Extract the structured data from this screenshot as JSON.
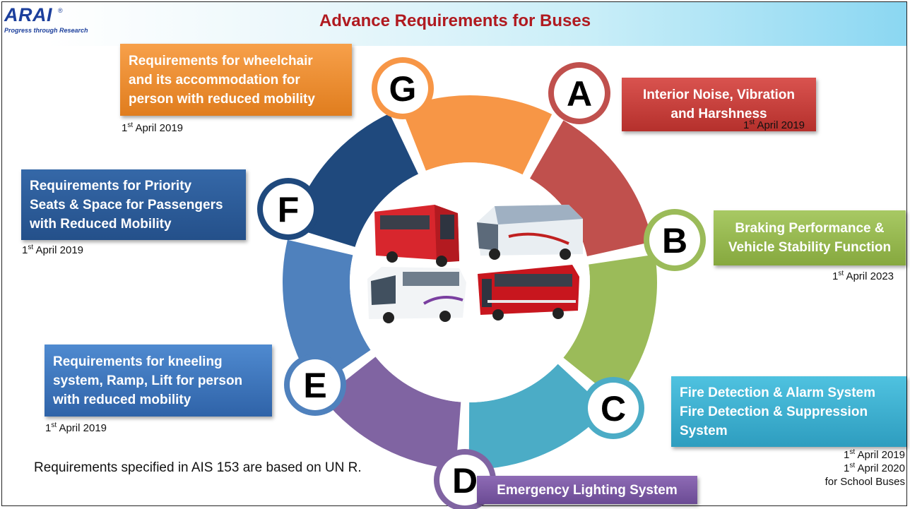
{
  "header": {
    "logo": "ARAI",
    "logo_reg": "®",
    "logo_tagline": "Progress through Research",
    "title": "Advance Requirements for Buses"
  },
  "segments": [
    {
      "letter": "A",
      "text": "Interior Noise, Vibration\nand Harshness",
      "date_day": "1",
      "date_sup": "st",
      "date_rest": " April 2019",
      "color": "#c0504d"
    },
    {
      "letter": "B",
      "text": "Braking Performance &\nVehicle Stability Function",
      "date_day": "1",
      "date_sup": "st",
      "date_rest": " April 2023",
      "color": "#9bbb59"
    },
    {
      "letter": "C",
      "text": "Fire Detection & Alarm System\nFire Detection & Suppression\nSystem",
      "date_day": "1",
      "date_sup": "st",
      "date_rest": " April 2019",
      "date2_day": "1",
      "date2_sup": "st",
      "date2_rest": " April 2020",
      "date3": "for School Buses",
      "color": "#4bacc6"
    },
    {
      "letter": "D",
      "text": "Emergency Lighting System",
      "color": "#8064a2"
    },
    {
      "letter": "E",
      "text": "Requirements for kneeling\nsystem, Ramp, Lift for person\nwith reduced mobility",
      "date_day": "1",
      "date_sup": "st",
      "date_rest": " April 2019",
      "color": "#4f81bd"
    },
    {
      "letter": "F",
      "text": "Requirements for Priority\nSeats & Space for Passengers\nwith Reduced Mobility",
      "date_day": "1",
      "date_sup": "st",
      "date_rest": " April 2019",
      "color": "#1f497d"
    },
    {
      "letter": "G",
      "text": "Requirements for wheelchair\nand its accommodation for\nperson with reduced mobility",
      "date_day": "1",
      "date_sup": "st",
      "date_rest": " April 2019",
      "color": "#f79646"
    }
  ],
  "footnote": "Requirements specified in AIS 153 are based on UN R."
}
